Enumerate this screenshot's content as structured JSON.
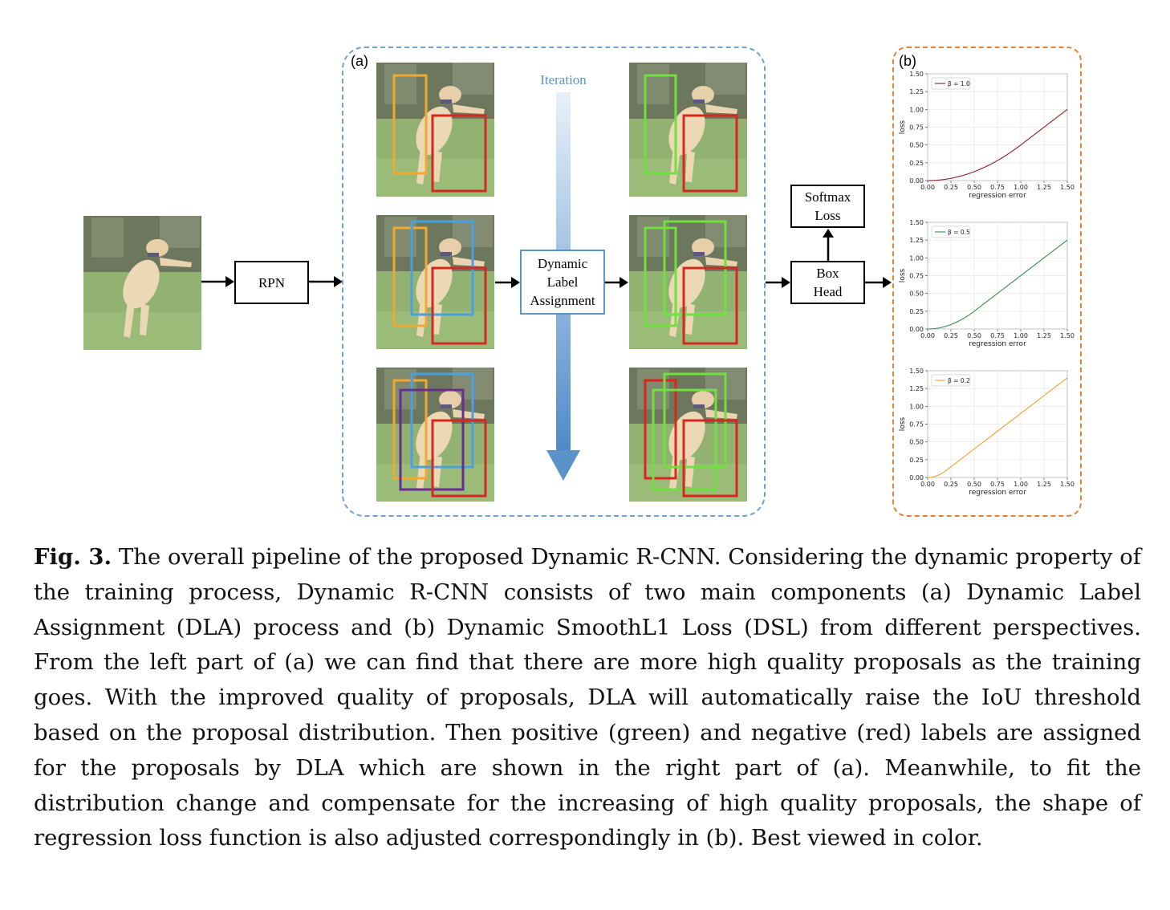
{
  "figure": {
    "panel_a_label": "(a)",
    "panel_b_label": "(b)",
    "rpn_label": "RPN",
    "dla_label_lines": [
      "Dynamic",
      "Label",
      "Assignment"
    ],
    "iteration_label": "Iteration",
    "softmax_label_lines": [
      "Softmax",
      "Loss"
    ],
    "boxhead_label_lines": [
      "Box",
      "Head"
    ],
    "colors": {
      "panel_a_border": "#6fa0d0",
      "panel_b_border": "#e0823a",
      "orange_box": "#f0a830",
      "red_box": "#d6281e",
      "blue_box": "#4aa0e0",
      "purple_box": "#6a2c91",
      "green_box": "#6fe040",
      "iteration_arrow": "#5b93c8"
    }
  },
  "chart_data": [
    {
      "type": "line",
      "xlabel": "regression error",
      "ylabel": "loss",
      "xlim": [
        0,
        1.5
      ],
      "ylim": [
        0,
        1.5
      ],
      "xticks": [
        "0.00",
        "0.25",
        "0.50",
        "0.75",
        "1.00",
        "1.25",
        "1.50"
      ],
      "yticks": [
        "0.00",
        "0.25",
        "0.50",
        "0.75",
        "1.00",
        "1.25",
        "1.50"
      ],
      "grid": true,
      "legend": "top-left",
      "series": [
        {
          "name": "β = 1.0",
          "beta": 1.0,
          "color": "#8b2020"
        }
      ]
    },
    {
      "type": "line",
      "xlabel": "regression error",
      "ylabel": "loss",
      "xlim": [
        0,
        1.5
      ],
      "ylim": [
        0,
        1.5
      ],
      "xticks": [
        "0.00",
        "0.25",
        "0.50",
        "0.75",
        "1.00",
        "1.25",
        "1.50"
      ],
      "yticks": [
        "0.00",
        "0.25",
        "0.50",
        "0.75",
        "1.00",
        "1.25",
        "1.50"
      ],
      "grid": true,
      "legend": "top-left",
      "series": [
        {
          "name": "β = 0.5",
          "beta": 0.5,
          "color": "#3d8a4a"
        }
      ]
    },
    {
      "type": "line",
      "xlabel": "regression error",
      "ylabel": "loss",
      "xlim": [
        0,
        1.5
      ],
      "ylim": [
        0,
        1.5
      ],
      "xticks": [
        "0.00",
        "0.25",
        "0.50",
        "0.75",
        "1.00",
        "1.25",
        "1.50"
      ],
      "yticks": [
        "0.00",
        "0.25",
        "0.50",
        "0.75",
        "1.00",
        "1.25",
        "1.50"
      ],
      "grid": true,
      "legend": "top-left",
      "series": [
        {
          "name": "β = 0.2",
          "beta": 0.2,
          "color": "#f0a030"
        }
      ]
    }
  ],
  "caption": {
    "label": "Fig. 3.",
    "text": "The overall pipeline of the proposed Dynamic R-CNN. Considering the dynamic property of the training process, Dynamic R-CNN consists of two main components (a) Dynamic Label Assignment (DLA) process and (b) Dynamic SmoothL1 Loss (DSL) from different perspectives. From the left part of (a) we can find that there are more high quality proposals as the training goes. With the improved quality of proposals, DLA will automatically raise the IoU threshold based on the proposal distribution. Then positive (green) and negative (red) labels are assigned for the proposals by DLA which are shown in the right part of (a). Meanwhile, to fit the distribution change and compensate for the increasing of high quality proposals, the shape of regression loss function is also adjusted correspondingly in (b). Best viewed in color."
  }
}
